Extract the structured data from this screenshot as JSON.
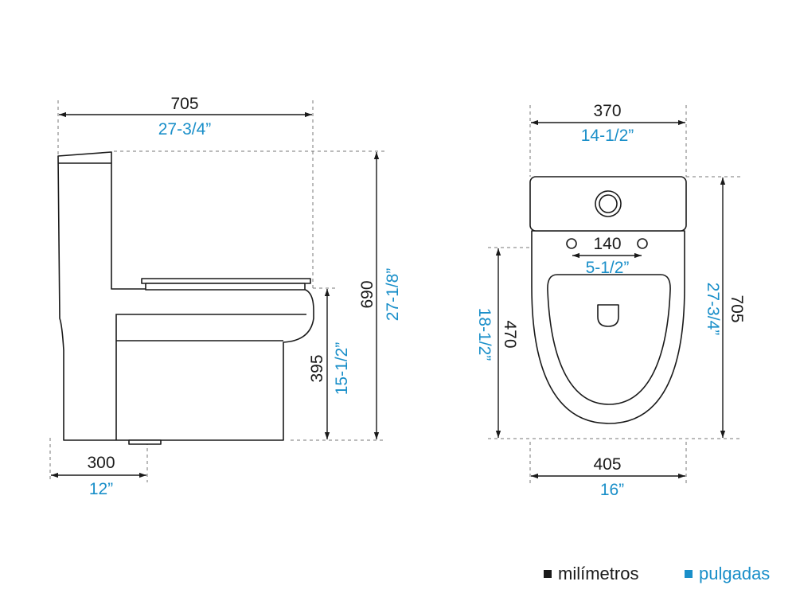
{
  "colors": {
    "metric": "#1a1a1a",
    "imperial": "#1a8fc9",
    "outline": "#1a1a1a"
  },
  "side_view": {
    "overall_length": {
      "mm": "705",
      "in": "27-3/4”"
    },
    "overall_height": {
      "mm": "690",
      "in": "27-1/8”"
    },
    "seat_height": {
      "mm": "395",
      "in": "15-1/2”"
    },
    "rough_in": {
      "mm": "300",
      "in": "12”"
    }
  },
  "top_view": {
    "tank_width": {
      "mm": "370",
      "in": "14-1/2”"
    },
    "overall_length": {
      "mm": "705",
      "in": "27-3/4”"
    },
    "bowl_length": {
      "mm": "470",
      "in": "18-1/2”"
    },
    "bolt_spacing": {
      "mm": "140",
      "in": "5-1/2”"
    },
    "base_width": {
      "mm": "405",
      "in": "16”"
    }
  },
  "legend": {
    "metric": {
      "label": "milímetros",
      "icon": "black-square-icon"
    },
    "imperial": {
      "label": "pulgadas",
      "icon": "blue-square-icon"
    }
  }
}
